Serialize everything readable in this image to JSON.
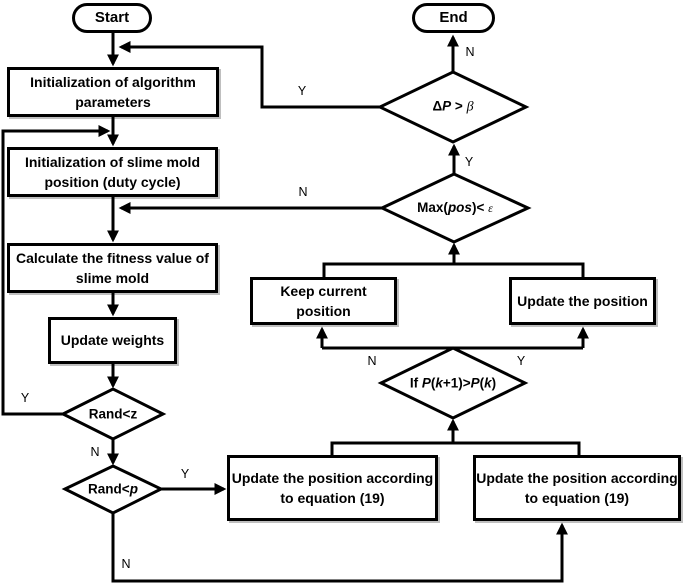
{
  "figure": {
    "background": "#ffffff",
    "line_color": "#000000"
  },
  "nodes": {
    "start": "Start",
    "end": "End",
    "init_params": "Initialization of algorithm parameters",
    "init_position": "Initialization of slime mold position (duty cycle)",
    "calc_fitness": "Calculate the fitness value of slime mold",
    "update_weights": "Update weights",
    "keep_position": "Keep current position",
    "update_position": "Update the position",
    "update_eq_left": "Update the position according to equation (19)",
    "update_eq_right": "Update the position according to equation (19)"
  },
  "diamonds": {
    "rand_z": {
      "p0": "Rand<z"
    },
    "rand_p": {
      "p0": "Rand<",
      "p1": "p"
    },
    "delta_p": {
      "p0": "Δ",
      "p1": "P",
      "p2": " > ",
      "p3": "β"
    },
    "max_pos": {
      "p0": "Max(",
      "p1": "pos",
      "p2": ")< ",
      "p3": "ε"
    },
    "if_p": {
      "p0": "If ",
      "p1": "P",
      "p2": "(",
      "p3": "k",
      "p4": "+1)>",
      "p5": "P",
      "p6": "(",
      "p7": "k",
      "p8": ")"
    }
  },
  "edge_labels": {
    "n_end": "N",
    "y_dp_feedback": "Y",
    "y_max": "Y",
    "n_max": "N",
    "n_if": "N",
    "y_if": "Y",
    "y_randz": "Y",
    "n_randz": "N",
    "y_randp": "Y",
    "n_randp": "N"
  }
}
